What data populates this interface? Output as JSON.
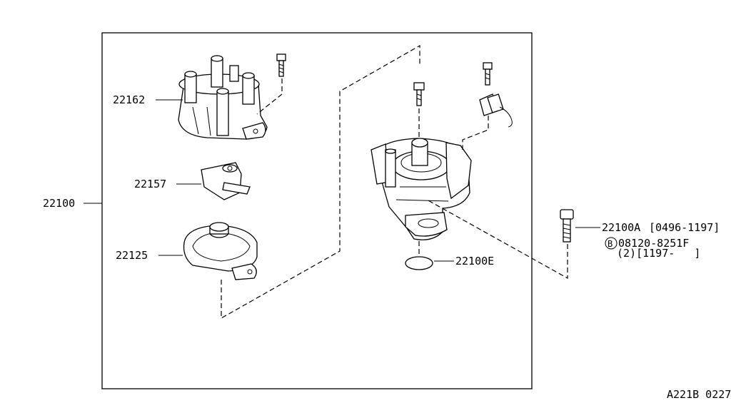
{
  "labels": {
    "assembly": "22100",
    "cap": "22162",
    "rotor": "22157",
    "housing_cover": "22125",
    "seal": "22100E",
    "bolt_a": "22100A",
    "bolt_a_range": "[0496-1197]",
    "bolt_b_marker": "B",
    "bolt_b": "08120-8251F",
    "bolt_b_qty_range": "(2)[1197-   ]"
  },
  "footer": {
    "diagram_code": "A221B 0227"
  }
}
